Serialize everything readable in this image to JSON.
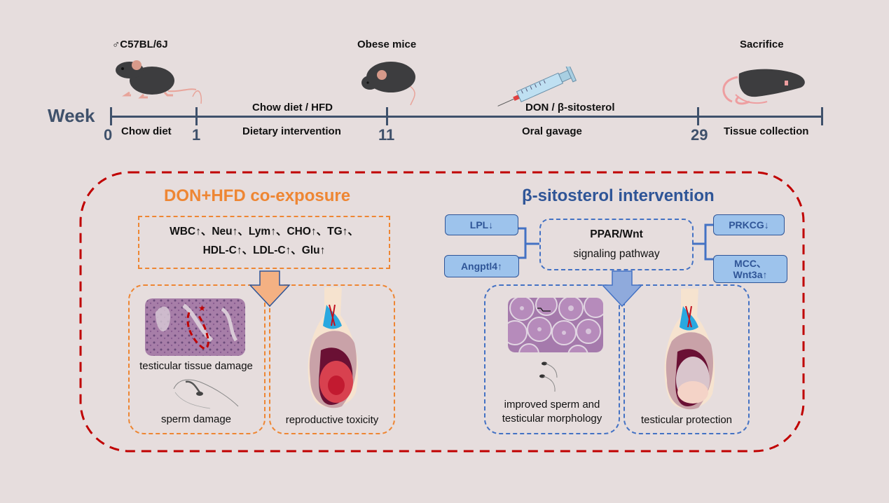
{
  "timeline": {
    "axis_label": "Week",
    "weeks": [
      "0",
      "1",
      "11",
      "29"
    ],
    "above_labels": {
      "strain": "♂C57BL/6J",
      "obese": "Obese mice",
      "diet": "Chow diet / HFD",
      "treatment": "DON / β-sitosterol",
      "sacrifice": "Sacrifice"
    },
    "below_labels": {
      "phase1": "Chow diet",
      "phase2": "Dietary intervention",
      "phase3": "Oral gavage",
      "phase4": "Tissue collection"
    },
    "icons": [
      "mouse-icon",
      "obese-mouse-icon",
      "syringe-icon",
      "sacrificed-mouse-icon"
    ]
  },
  "left_panel": {
    "title": "DON+HFD co-exposure",
    "markers_line1": "WBC↑、Neu↑、Lym↑、CHO↑、TG↑、",
    "markers_line2": "HDL-C↑、LDL-C↑、Glu↑",
    "caption_tissue": "testicular tissue damage",
    "caption_sperm": "sperm damage",
    "caption_repro": "reproductive toxicity"
  },
  "right_panel": {
    "title": "β-sitosterol intervention",
    "pathway_name": "PPAR/Wnt",
    "pathway_sub": "signaling pathway",
    "genes_left": [
      "LPL↓",
      "Angptl4↑"
    ],
    "genes_right": [
      "PRKCG↓",
      "MCC、\nWnt3a↑"
    ],
    "gene_right_2_line1": "MCC、",
    "gene_right_2_line2": "Wnt3a↑",
    "caption_improved_1": "improved sperm and",
    "caption_improved_2": "testicular morphology",
    "caption_protection": "testicular protection"
  },
  "colors": {
    "background": "#e6dddd",
    "timeline": "#3f516b",
    "orange": "#ee8633",
    "blue": "#2f5597",
    "blue_light": "#9dc3ec",
    "outer_border": "#c00000"
  }
}
